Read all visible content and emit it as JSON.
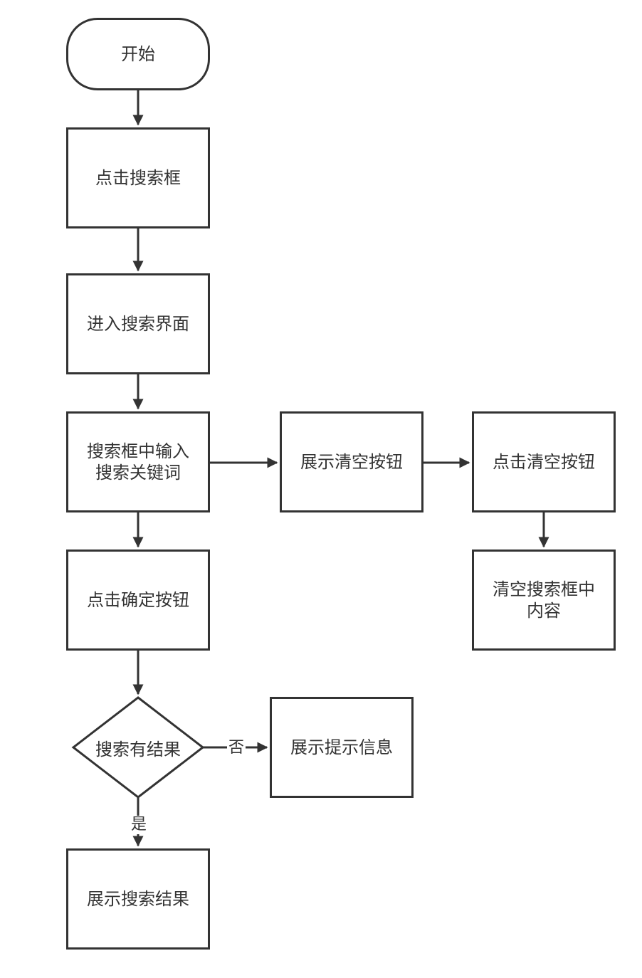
{
  "nodes": {
    "start": "开始",
    "click_search_box": "点击搜索框",
    "enter_search_page": "进入搜索界面",
    "input_keyword": "搜索框中输入\n搜索关键词",
    "show_clear_button": "展示清空按钮",
    "click_clear_button": "点击清空按钮",
    "clear_search_content": "清空搜索框中\n内容",
    "click_confirm_button": "点击确定按钮",
    "decision_has_results": "搜索有结果",
    "show_hint": "展示提示信息",
    "show_results": "展示搜索结果"
  },
  "edge_labels": {
    "no": "否",
    "yes": "是"
  },
  "colors": {
    "stroke": "#333333",
    "background": "#ffffff"
  }
}
